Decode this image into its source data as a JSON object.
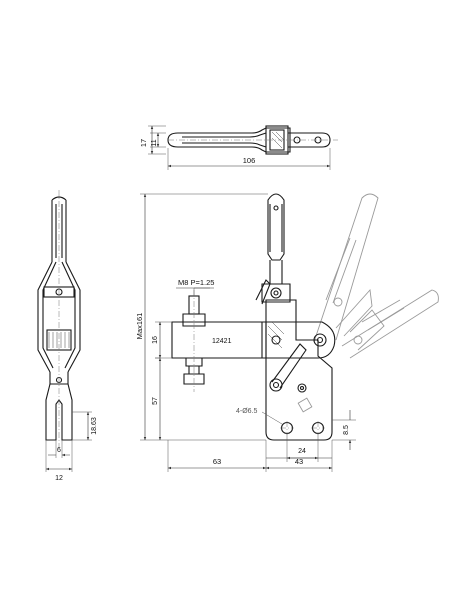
{
  "top_view": {
    "dim_height_total": "17",
    "dim_height_inner": "11",
    "dim_length": "106"
  },
  "side_view": {
    "dim_slot": "18.63",
    "dim_width_a": "6",
    "dim_width_b": "12"
  },
  "front_view": {
    "thread_spec": "M8  P=1.25",
    "part_number": "12421",
    "dim_max_height": "Max161",
    "dim_arm_16": "16",
    "dim_57": "57",
    "dim_63": "63",
    "dim_43": "43",
    "dim_24": "24",
    "dim_8_5": "8.5",
    "hole_callout": "4-Ø6.5"
  }
}
